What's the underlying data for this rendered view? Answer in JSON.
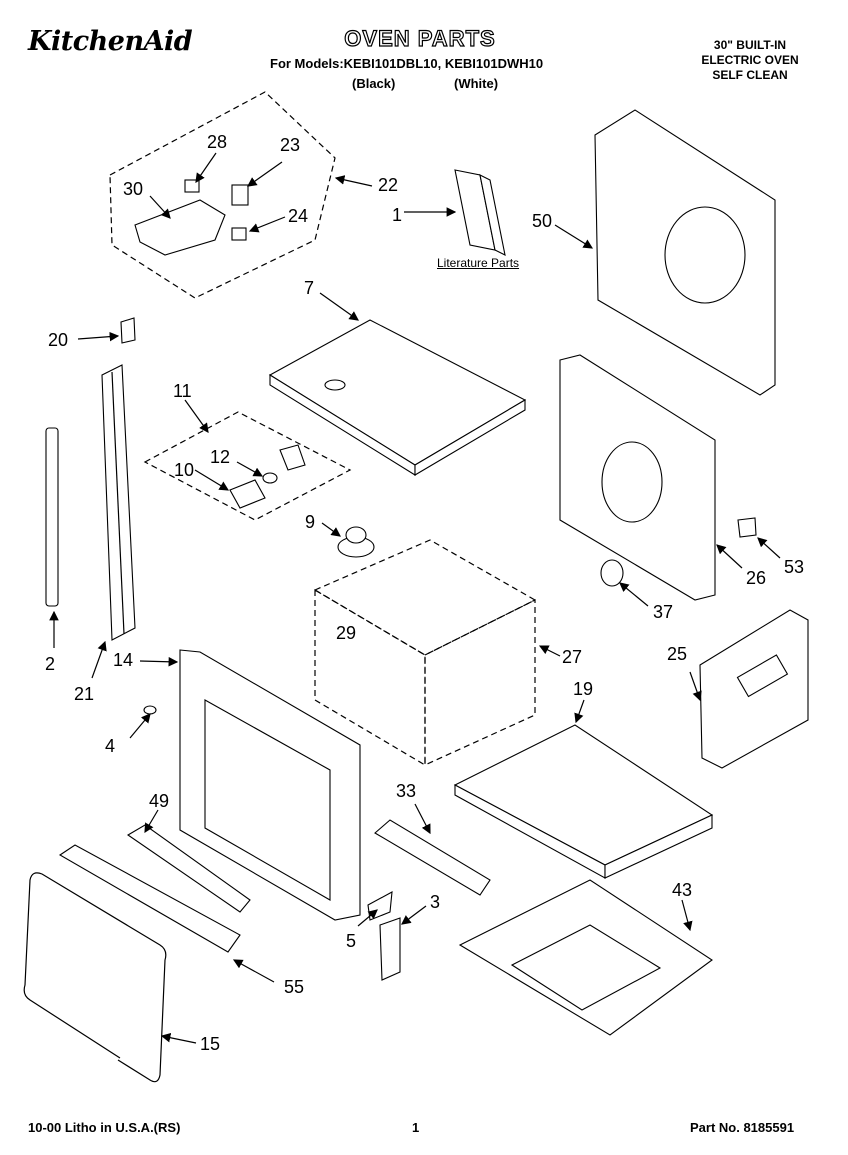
{
  "header": {
    "brand": "KitchenAid",
    "title": "OVEN PARTS",
    "models_line": "For Models:KEBI101DBL10, KEBI101DWH10",
    "variant_black": "(Black)",
    "variant_white": "(White)",
    "spec": [
      "30\" BUILT-IN",
      "ELECTRIC OVEN",
      "SELF CLEAN"
    ]
  },
  "literature_label": "Literature Parts",
  "callouts": {
    "c1": "1",
    "c2": "2",
    "c3": "3",
    "c4": "4",
    "c5": "5",
    "c7": "7",
    "c9": "9",
    "c10": "10",
    "c11": "11",
    "c12": "12",
    "c14": "14",
    "c15": "15",
    "c19": "19",
    "c20": "20",
    "c21": "21",
    "c22": "22",
    "c23": "23",
    "c24": "24",
    "c25": "25",
    "c26": "26",
    "c27": "27",
    "c28": "28",
    "c29": "29",
    "c30": "30",
    "c33": "33",
    "c37": "37",
    "c43": "43",
    "c49": "49",
    "c50": "50",
    "c53": "53",
    "c55": "55"
  },
  "footer": {
    "left": "10-00 Litho in U.S.A.(RS)",
    "page": "1",
    "part_no": "Part No. 8185591"
  }
}
